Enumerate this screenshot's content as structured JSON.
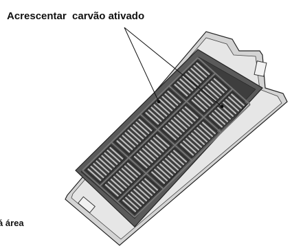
{
  "callout": {
    "text": "Acrescentar  carvão ativado"
  },
  "cut_label": {
    "text": "á área"
  },
  "colors": {
    "outline": "#222222",
    "tray_body": "#c8c8c8",
    "tray_light": "#e6e6e6",
    "rail": "#777777",
    "slat": "#bdbdbd",
    "cell": "#3e3e3e",
    "background": "#ffffff"
  },
  "diagram": {
    "object": "filter-tray",
    "cells_across": 3,
    "cells_along": 4,
    "slats_per_cell": 9,
    "callout_leaders": 2
  }
}
